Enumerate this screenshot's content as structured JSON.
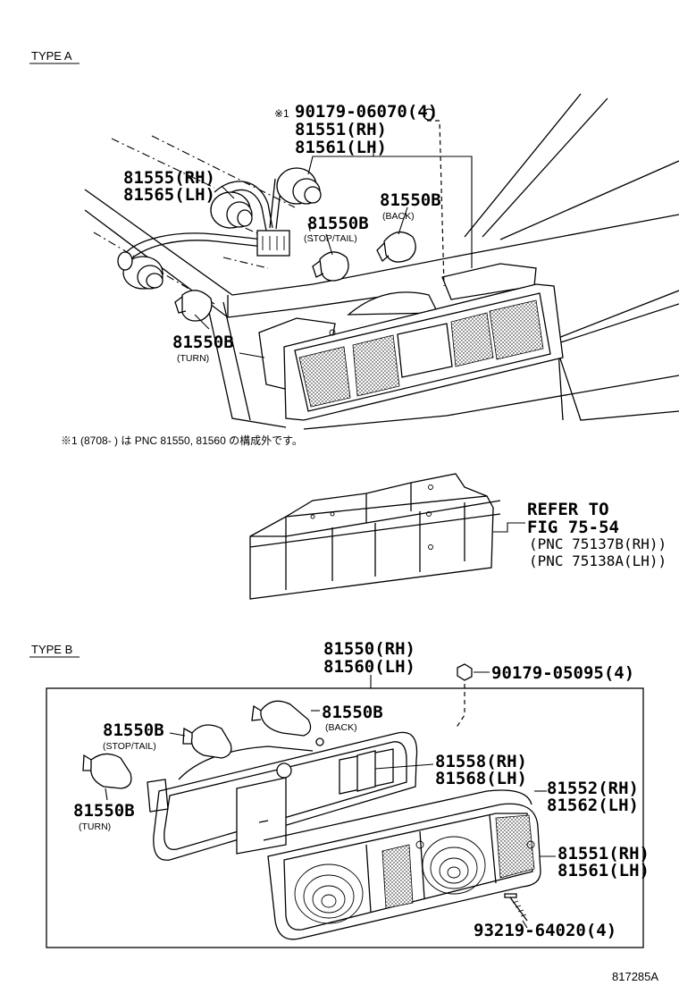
{
  "sections": {
    "type_a": "TYPE A",
    "type_b": "TYPE B"
  },
  "type_a": {
    "callouts": {
      "screw_top": "90179-06070(4)",
      "screw_marker": "※1",
      "lamp_rh": "81551(RH)",
      "lamp_lh": "81561(LH)",
      "socket_rh": "81555(RH)",
      "socket_lh": "81565(LH)",
      "bulb_back": "81550B",
      "bulb_back_sub": "(BACK)",
      "bulb_stop": "81550B",
      "bulb_stop_sub": "(STOP/TAIL)",
      "bulb_turn": "81550B",
      "bulb_turn_sub": "(TURN)"
    },
    "footnote": "※1 (8708-   ) は PNC 81550, 81560 の構成外です。"
  },
  "bracket": {
    "refer1": "REFER TO",
    "refer2": "FIG 75-54",
    "pnc_rh": "(PNC 75137B(RH))",
    "pnc_lh": "(PNC 75138A(LH))"
  },
  "type_b": {
    "callouts": {
      "assy_rh": "81550(RH)",
      "assy_lh": "81560(LH)",
      "nut": "90179-05095(4)",
      "bulb_back": "81550B",
      "bulb_back_sub": "(BACK)",
      "bulb_stop": "81550B",
      "bulb_stop_sub": "(STOP/TAIL)",
      "bulb_turn": "81550B",
      "bulb_turn_sub": "(TURN)",
      "socket_rh": "81558(RH)",
      "socket_lh": "81568(LH)",
      "gasket_rh": "81552(RH)",
      "gasket_lh": "81562(LH)",
      "lens_rh": "81551(RH)",
      "lens_lh": "81561(LH)",
      "screw": "93219-64020(4)"
    }
  },
  "figure_id": "817285A"
}
